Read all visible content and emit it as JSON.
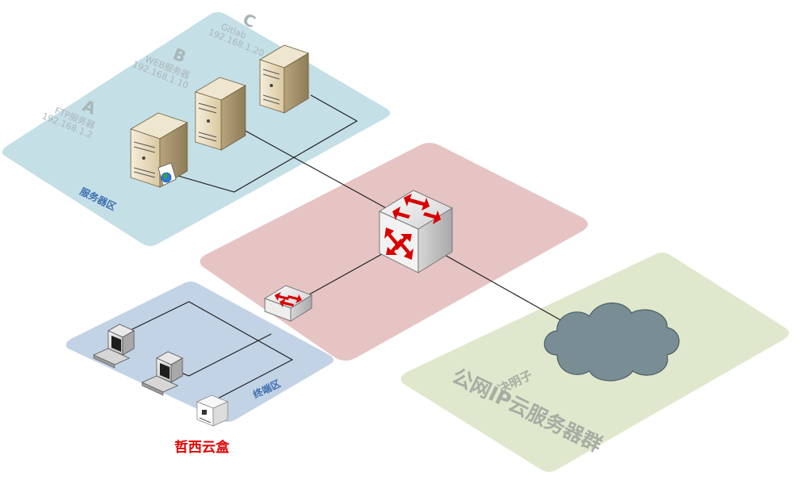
{
  "servers": {
    "c": {
      "letter": "C",
      "name": "Gitlab",
      "ip": "192.168.1.20"
    },
    "b": {
      "letter": "B",
      "name": "WEB服务器",
      "ip": "192.168.1.10"
    },
    "a": {
      "letter": "A",
      "name": "FTP服务器",
      "ip": "192.168.1.2"
    }
  },
  "zones": {
    "server_zone": "服务器区",
    "terminal_zone": "终端区",
    "cloud_owner": "决明子",
    "cloud_zone": "公网IP云服务器群"
  },
  "devices": {
    "box_label": "哲西云盒"
  },
  "colors": {
    "server_zone": "#c4dfe6",
    "core_zone": "#e6c4c4",
    "terminal_zone": "#c3d3e6",
    "cloud_zone": "#dfe8cc",
    "cloud": "#788d94",
    "accent_red": "#e00000"
  }
}
